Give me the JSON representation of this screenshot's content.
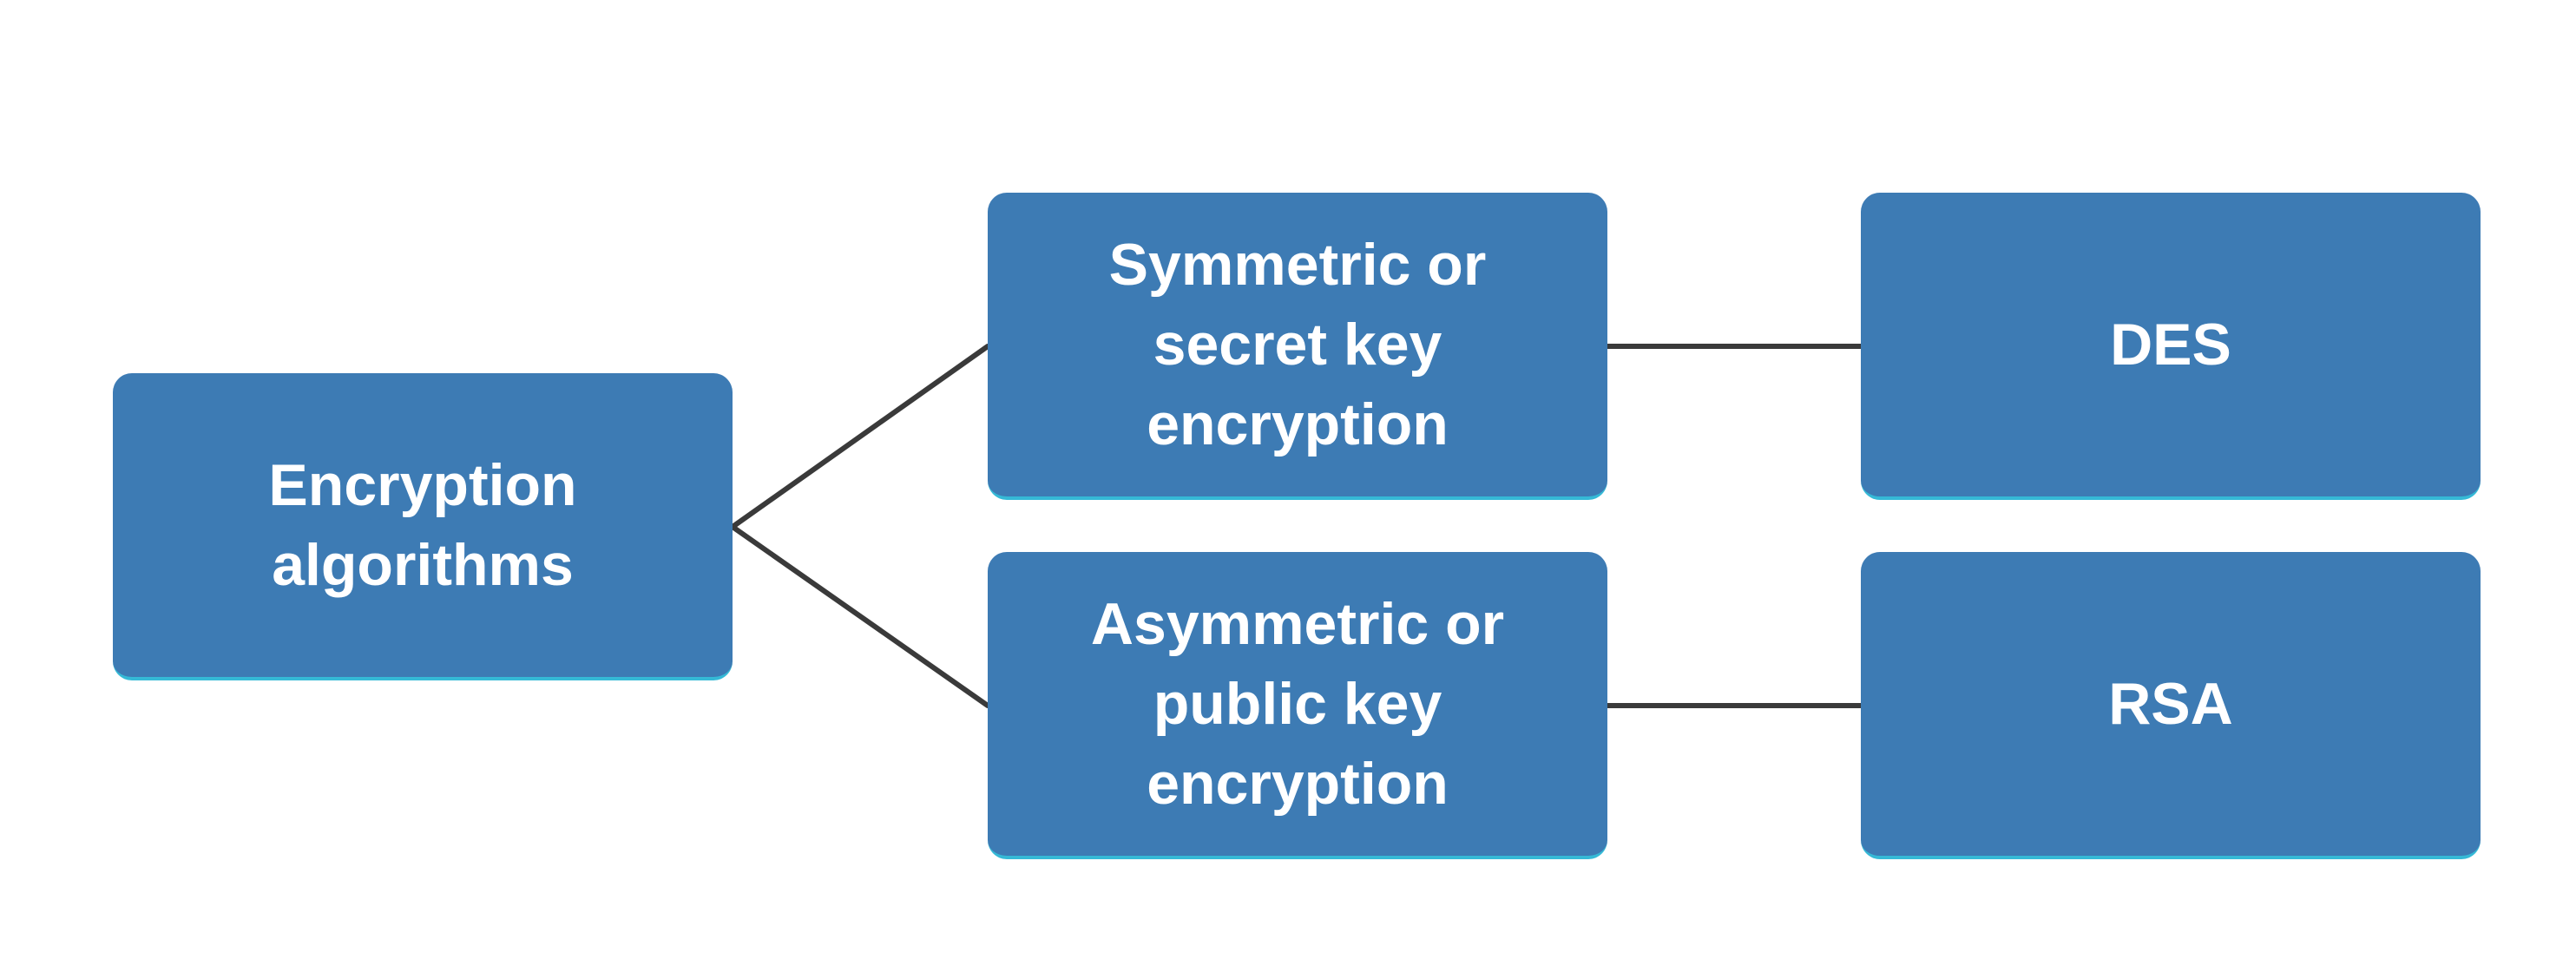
{
  "diagram": {
    "colors": {
      "node_fill": "#3d7bb4",
      "node_text": "#ffffff",
      "node_edge_highlight": "#35b9d6",
      "connector": "#3a3a3a",
      "background": "#ffffff"
    },
    "nodes": {
      "root": "Encryption\nalgorithms",
      "symmetric": "Symmetric or\nsecret key\nencryption",
      "asymmetric": "Asymmetric or\npublic key\nencryption",
      "des": "DES",
      "rsa": "RSA"
    },
    "edges": [
      [
        "root",
        "symmetric"
      ],
      [
        "root",
        "asymmetric"
      ],
      [
        "symmetric",
        "des"
      ],
      [
        "asymmetric",
        "rsa"
      ]
    ]
  }
}
